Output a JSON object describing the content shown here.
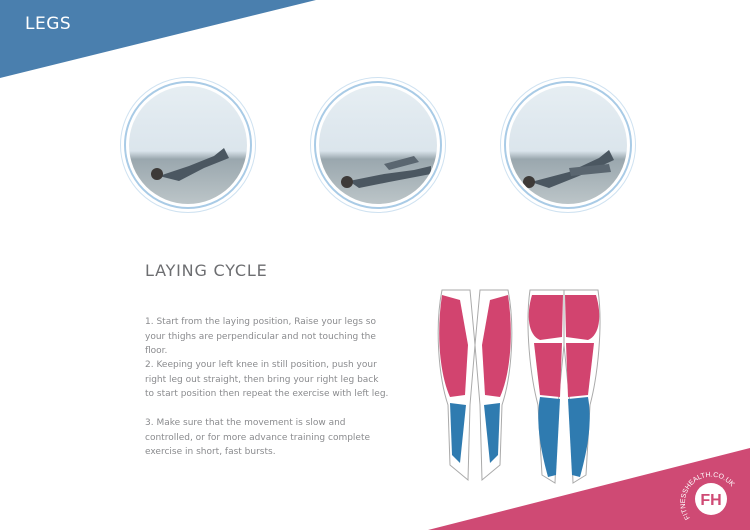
{
  "header": {
    "section_title": "LEGS",
    "color": "#4a7fae"
  },
  "photos": [
    {
      "name": "exercise-photo-step-1"
    },
    {
      "name": "exercise-photo-step-2"
    },
    {
      "name": "exercise-photo-step-3"
    }
  ],
  "exercise": {
    "title": "LAYING CYCLE",
    "steps": [
      "1. Start from the laying position, Raise your legs so your thighs are perpendicular and not touching the floor.",
      "2. Keeping your left knee in still position, push your right leg out straight, then bring your right leg back to start position then repeat the exercise with left leg.",
      "3. Make sure that the movement is slow and controlled, or for more advance training complete exercise in short, fast bursts."
    ]
  },
  "muscle_colors": {
    "primary": "#d2446f",
    "secondary": "#2f7bb0"
  },
  "footer": {
    "logo_text": "FITNESSHEALTH.CO.UK",
    "logo_monogram": "FH",
    "color": "#cf4a74"
  }
}
